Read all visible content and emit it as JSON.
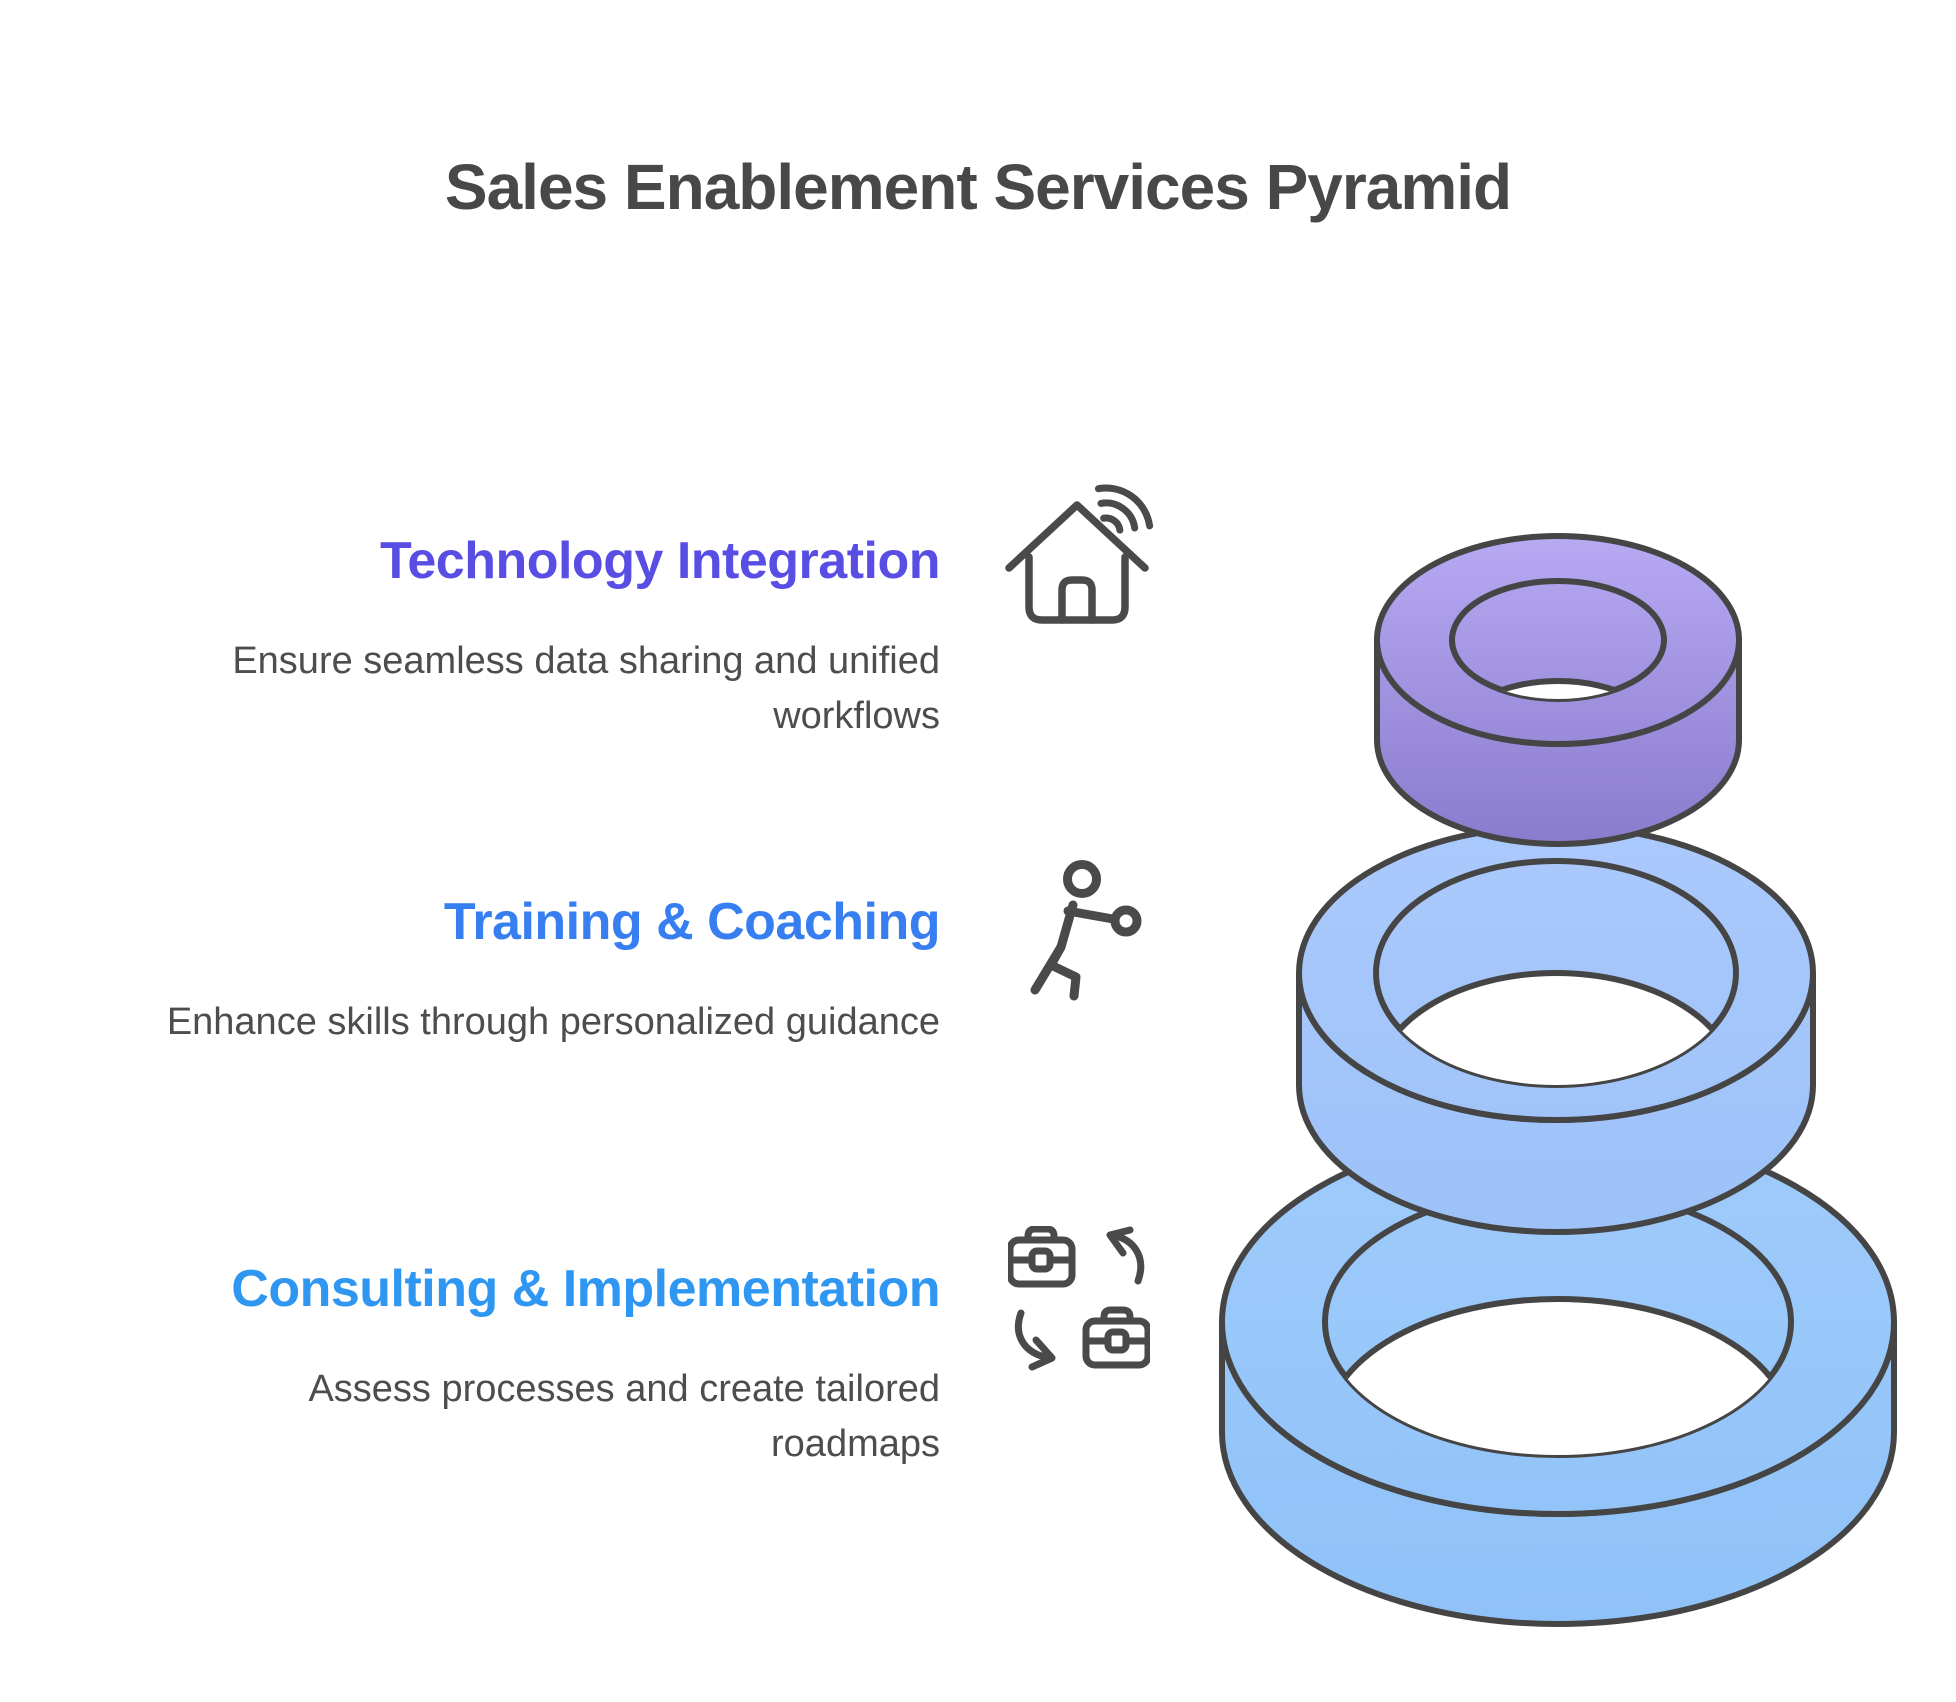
{
  "page": {
    "title": "Sales Enablement Services Pyramid",
    "title_color": "#484848",
    "background": "#ffffff"
  },
  "outline_color": "#454545",
  "icon_color": "#4a4a4a",
  "description_color": "#4d4d4d",
  "tiers": [
    {
      "id": "technology-integration",
      "label": "Technology Integration",
      "description": "Ensure seamless data sharing and unified workflows",
      "label_color": "#584ee4",
      "icon": "smart-home-icon",
      "ring": {
        "top": "#b7a9f2",
        "bottom": "#8a7ccd"
      }
    },
    {
      "id": "training-coaching",
      "label": "Training & Coaching",
      "description": "Enhance skills through personalized guidance",
      "label_color": "#377ef0",
      "icon": "boxing-person-icon",
      "ring": {
        "top": "#abc9fc",
        "bottom": "#9cc2f8"
      }
    },
    {
      "id": "consulting-implementation",
      "label": "Consulting & Implementation",
      "description": "Assess processes and create tailored roadmaps",
      "label_color": "#2f97f1",
      "icon": "briefcase-exchange-icon",
      "ring": {
        "top": "#9fcbfb",
        "bottom": "#8fc2f8"
      }
    }
  ]
}
